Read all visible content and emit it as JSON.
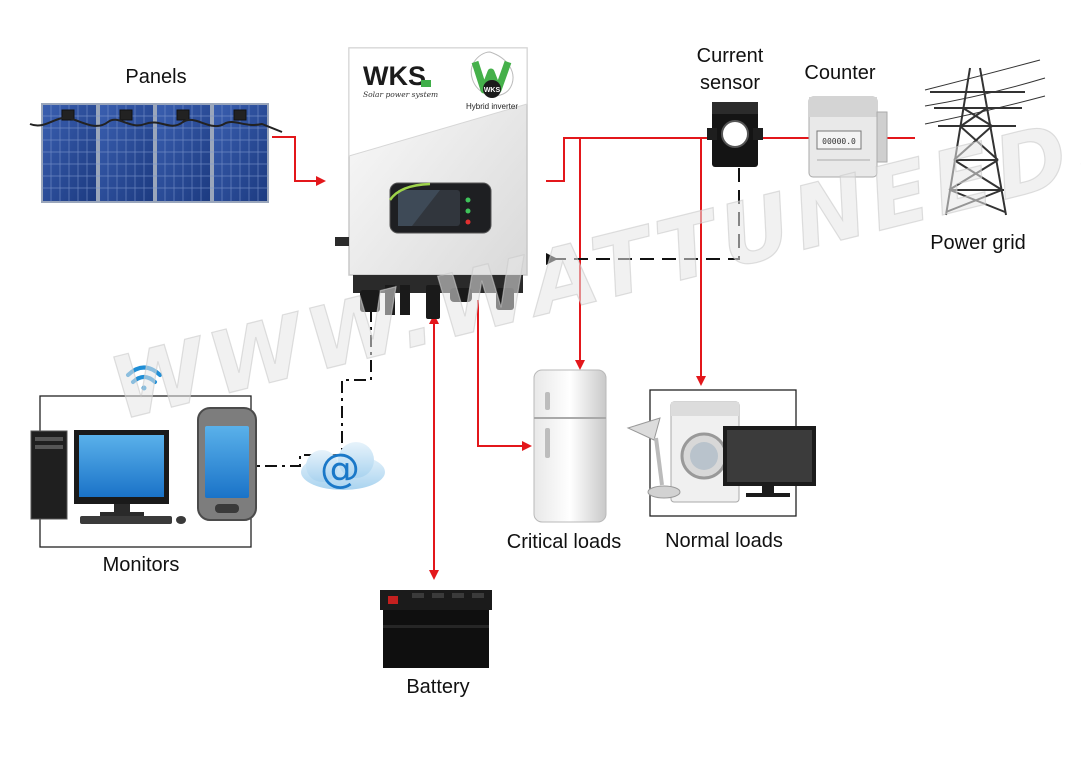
{
  "labels": {
    "panels": "Panels",
    "current_sensor_line1": "Current",
    "current_sensor_line2": "sensor",
    "counter": "Counter",
    "power_grid": "Power grid",
    "monitors": "Monitors",
    "critical_loads": "Critical loads",
    "normal_loads": "Normal loads",
    "battery": "Battery"
  },
  "inverter": {
    "brand": "WKS",
    "tagline": "Solar power system",
    "badge": "WKS",
    "model": "Hybrid inverter"
  },
  "meter": {
    "readout": "00000.0"
  },
  "watermark": "WWW.WATTUNEED.COM",
  "colors": {
    "power_line": "#e3171b",
    "signal_line": "#111111"
  }
}
